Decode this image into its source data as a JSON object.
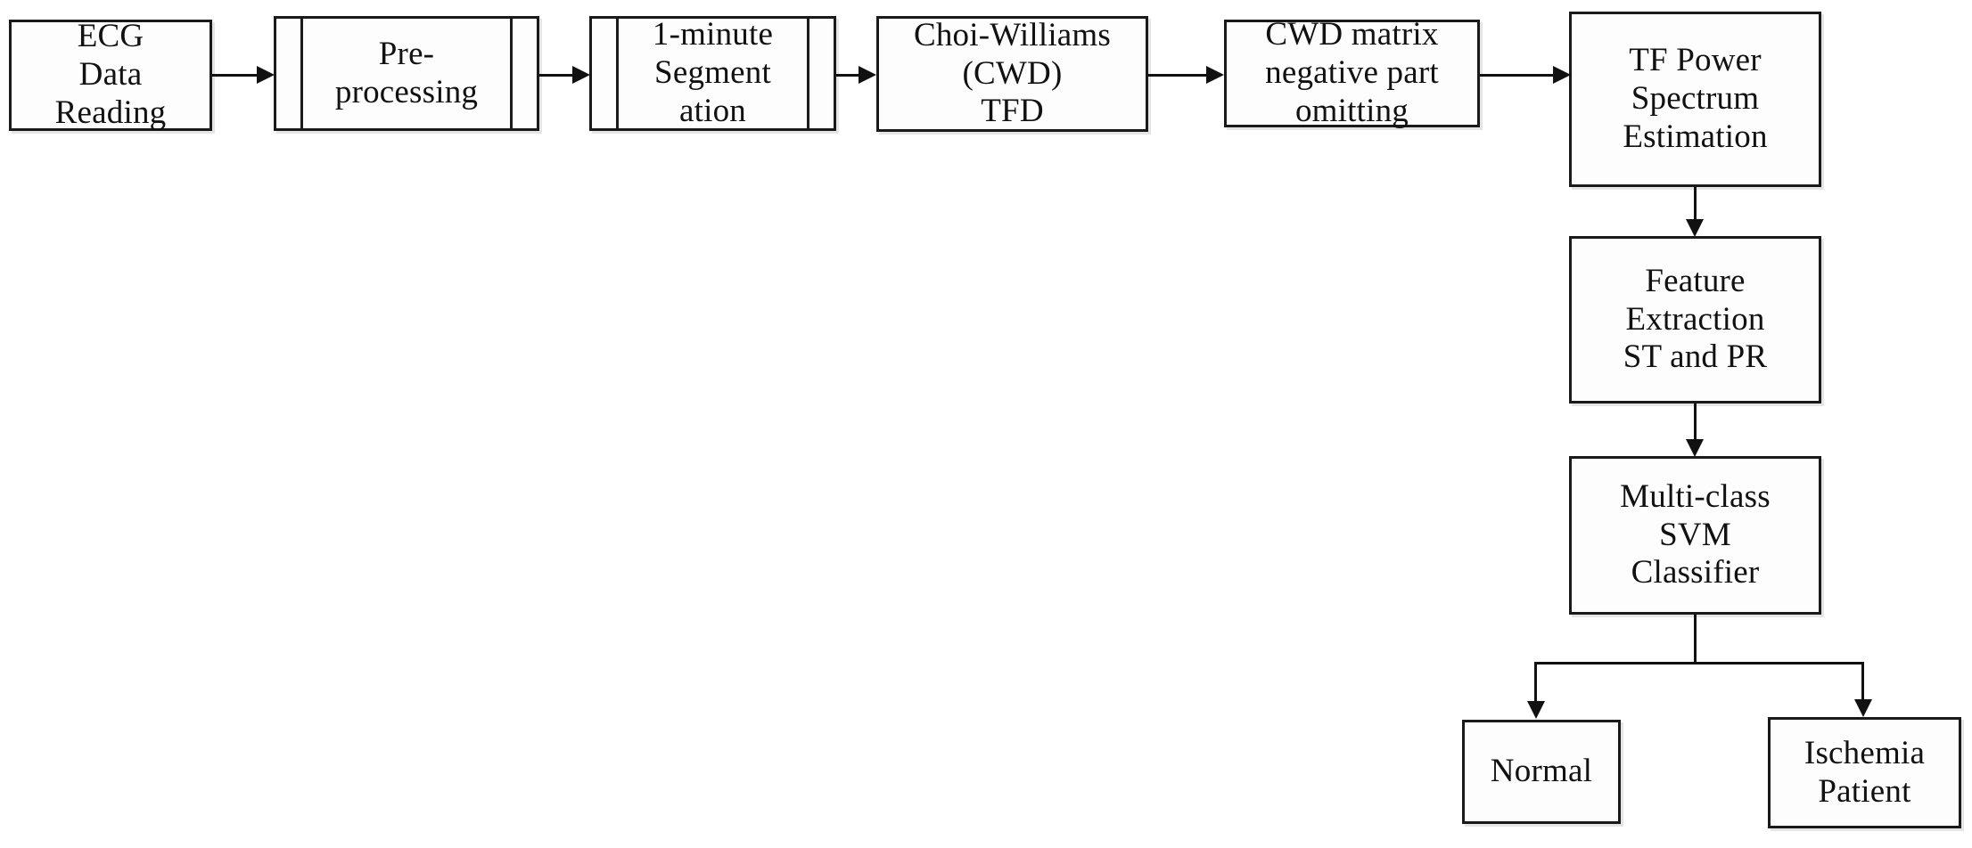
{
  "diagram": {
    "title": "ECG ischemia detection processing flowchart",
    "stroke_color": "#1a1a1a",
    "fill_color": "#fdfdfd",
    "text_color": "#111111",
    "nodes": [
      {
        "id": "ecg-data-reading",
        "label": "ECG\nData\nReading",
        "shape": "process"
      },
      {
        "id": "pre-processing",
        "label": "Pre-\nprocessing",
        "shape": "predefined-process"
      },
      {
        "id": "segmentation",
        "label": "1-minute\nSegment\nation",
        "shape": "predefined-process"
      },
      {
        "id": "choi-williams-tfd",
        "label": "Choi-Williams\n(CWD)\nTFD",
        "shape": "process"
      },
      {
        "id": "cwd-negative-omitting",
        "label": "CWD matrix\nnegative part\nomitting",
        "shape": "process"
      },
      {
        "id": "tf-power-spectrum",
        "label": "TF Power\nSpectrum\nEstimation",
        "shape": "process"
      },
      {
        "id": "feature-extraction",
        "label": "Feature\nExtraction\nST and PR",
        "shape": "process"
      },
      {
        "id": "svm-classifier",
        "label": "Multi-class\nSVM\nClassifier",
        "shape": "process"
      },
      {
        "id": "outcome-normal",
        "label": "Normal",
        "shape": "process"
      },
      {
        "id": "outcome-ischemia",
        "label": "Ischemia\nPatient",
        "shape": "process"
      }
    ],
    "edges": [
      {
        "from": "ecg-data-reading",
        "to": "pre-processing",
        "direction": "right"
      },
      {
        "from": "pre-processing",
        "to": "segmentation",
        "direction": "right"
      },
      {
        "from": "segmentation",
        "to": "choi-williams-tfd",
        "direction": "right"
      },
      {
        "from": "choi-williams-tfd",
        "to": "cwd-negative-omitting",
        "direction": "right"
      },
      {
        "from": "cwd-negative-omitting",
        "to": "tf-power-spectrum",
        "direction": "right"
      },
      {
        "from": "tf-power-spectrum",
        "to": "feature-extraction",
        "direction": "down"
      },
      {
        "from": "feature-extraction",
        "to": "svm-classifier",
        "direction": "down"
      },
      {
        "from": "svm-classifier",
        "to": "outcome-normal",
        "direction": "down-branch-left"
      },
      {
        "from": "svm-classifier",
        "to": "outcome-ischemia",
        "direction": "down-branch-right"
      }
    ]
  }
}
